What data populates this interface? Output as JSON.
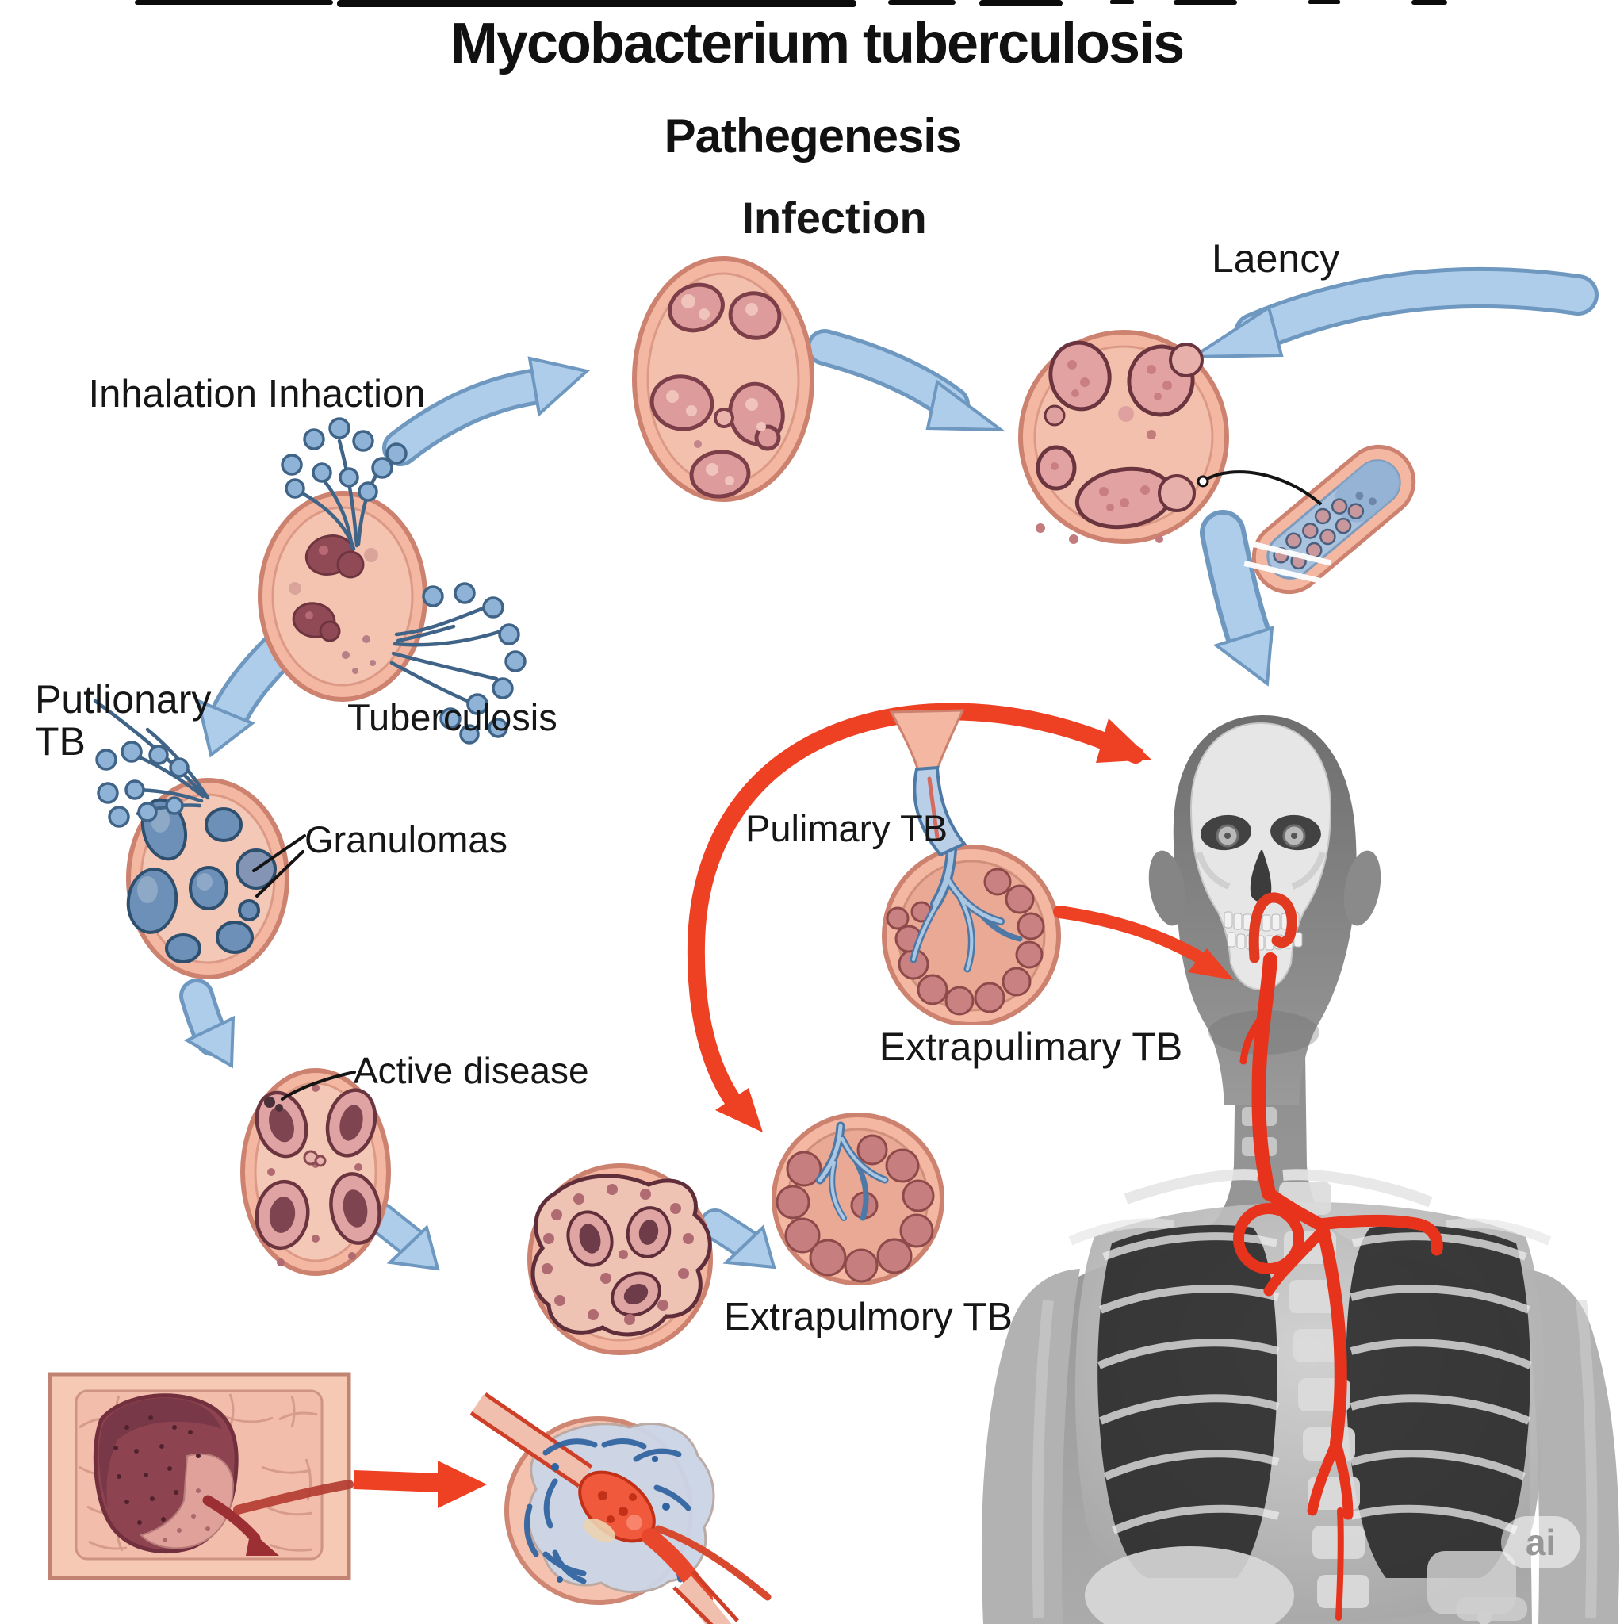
{
  "title": "Mycobacterium tuberculosis",
  "subtitle": "Pathegenesis",
  "stage_labels": {
    "infection": "Infection",
    "latency": "Laency",
    "inhalation": "Inhalation Inhaction",
    "pulmonary_left": "Putlionary TB",
    "tuberculosis": "Tuberculosis",
    "granulomas": "Granulomas",
    "active_disease": "Active disease",
    "pulmonary_center": "Pulimary TB",
    "extrapulmonary_right": "Extrapulimary TB",
    "extrapulmonary_bottom": "Extrapulmory TB"
  },
  "watermark": "ai",
  "colors": {
    "background": "#ffffff",
    "arrow_blue_fill": "#aecdea",
    "arrow_blue_edge": "#6f98c0",
    "arrow_red": "#ee4023",
    "cell_wall_pink": "#f3b7a2",
    "cell_wall_edge": "#cd8270",
    "cell_cytoplasm": "#f7cdb9",
    "granuloma_blue": "#6c90b8",
    "bacteria_blue": "#8fb3d6",
    "xray_body_gray": "#8a8a8a",
    "xray_lung_dark": "#262626",
    "vessel_red": "#e8331c",
    "label_text": "#161616"
  }
}
